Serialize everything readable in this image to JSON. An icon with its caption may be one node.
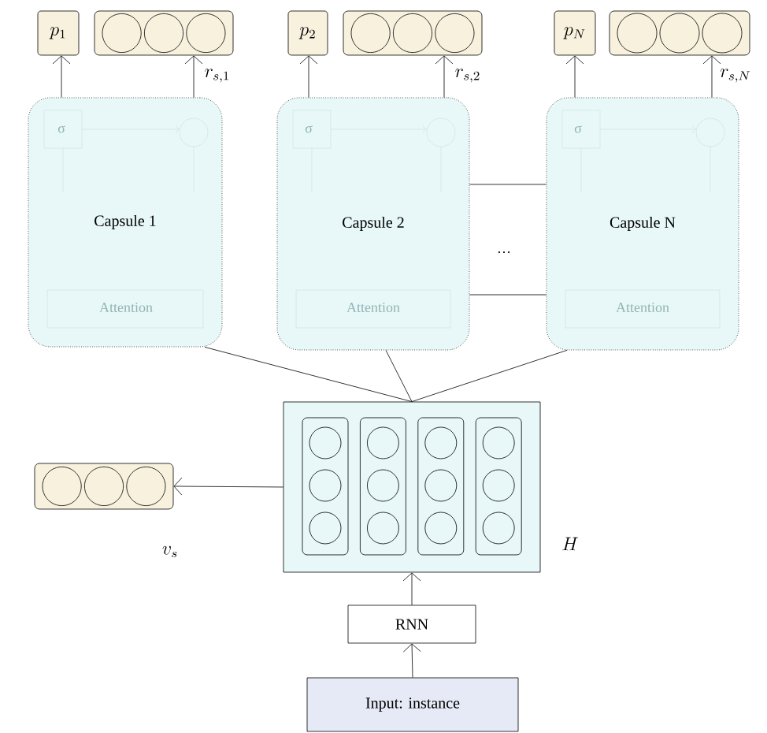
{
  "diagram": {
    "nodes": [
      {
        "text": [
          "p_1"
        ]
      },
      {
        "text": [],
        "shape": "box"
      },
      {
        "text": [
          "p_2"
        ]
      },
      {
        "text": [],
        "shape": "box"
      },
      {
        "text": [
          "p_N"
        ]
      },
      {
        "text": [],
        "shape": "box"
      },
      {
        "text": [
          "Capsule 1"
        ]
      },
      {
        "text": [
          "Capsule 2"
        ]
      },
      {
        "text": [
          "Capsule N"
        ]
      },
      {
        "text": [],
        "shape": "box",
        "beside": [
          "H"
        ]
      },
      {
        "text": [],
        "shape": "box",
        "beside": [
          "v_s"
        ]
      },
      {
        "text": [
          "RNN"
        ]
      },
      {
        "text": [
          "Input: instance"
        ]
      }
    ],
    "edges": [
      {
        "from": 6,
        "to": 0,
        "arrow": "to"
      },
      {
        "from": 6,
        "to": 1,
        "arrow": "to",
        "label": "r_{s,1}"
      },
      {
        "from": 7,
        "to": 2,
        "arrow": "to"
      },
      {
        "from": 7,
        "to": 3,
        "arrow": "to",
        "label": "r_{s,2}"
      },
      {
        "from": 8,
        "to": 4,
        "arrow": "to"
      },
      {
        "from": 8,
        "to": 5,
        "arrow": "to",
        "label": "r_{s,N}"
      },
      {
        "from": 7,
        "to": 8,
        "arrow": "none"
      },
      {
        "from": 7,
        "to": 8,
        "arrow": "none"
      },
      {
        "from": 9,
        "to": 6,
        "arrow": "none"
      },
      {
        "from": 9,
        "to": 7,
        "arrow": "none"
      },
      {
        "from": 9,
        "to": 8,
        "arrow": "none"
      },
      {
        "from": 9,
        "to": 10,
        "arrow": "to"
      },
      {
        "from": 11,
        "to": 9,
        "arrow": "to"
      },
      {
        "from": 12,
        "to": 11,
        "arrow": "to"
      }
    ],
    "labels": [
      "σ",
      "σ",
      "σ",
      "…",
      "Attention",
      "Attention",
      "Attention"
    ]
  }
}
